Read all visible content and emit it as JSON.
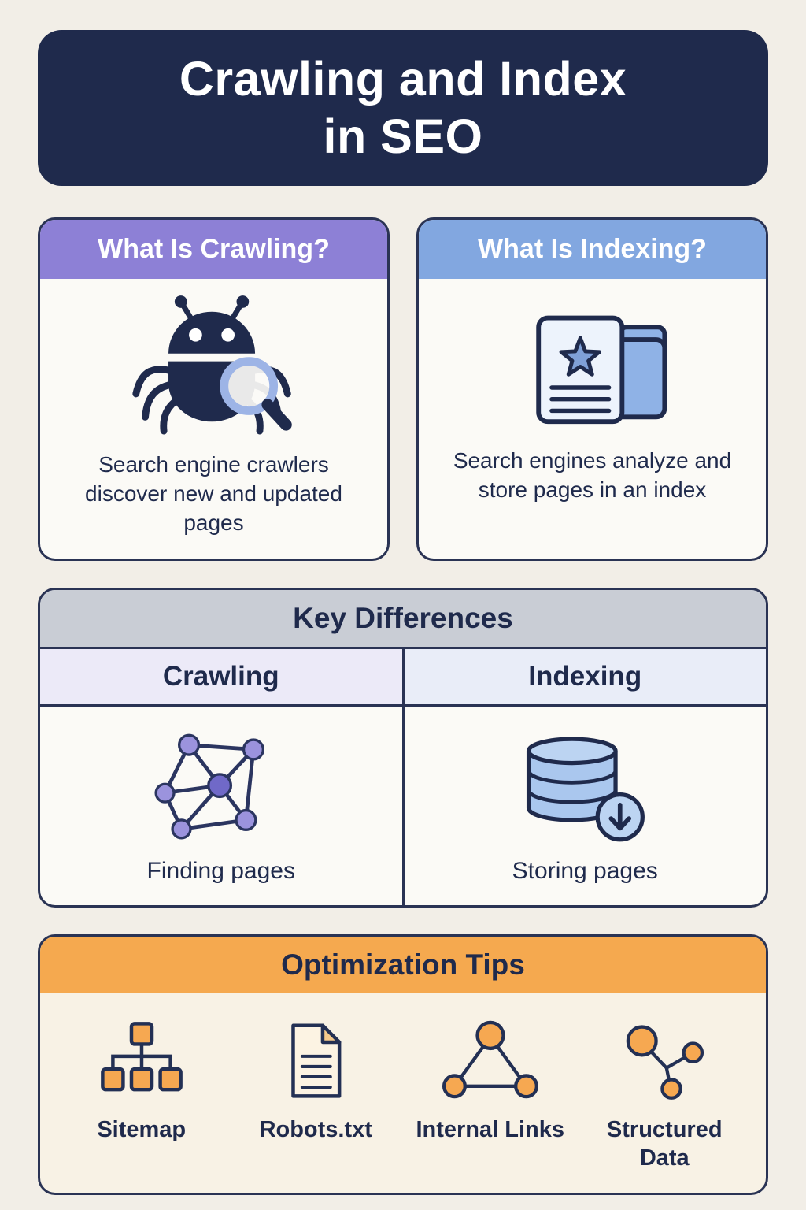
{
  "header": {
    "title_line1": "Crawling and Index",
    "title_line2": "in SEO"
  },
  "cards": [
    {
      "id": "crawling",
      "title": "What Is Crawling?",
      "icon": "crawler-bug-icon",
      "description": "Search engine crawlers discover new and updated pages"
    },
    {
      "id": "indexing",
      "title": "What Is Indexing?",
      "icon": "indexed-documents-icon",
      "description": "Search engines analyze and store pages in an index"
    }
  ],
  "key_differences": {
    "title": "Key Differences",
    "columns": [
      {
        "header": "Crawling",
        "icon": "link-graph-icon",
        "caption": "Finding pages"
      },
      {
        "header": "Indexing",
        "icon": "database-store-icon",
        "caption": "Storing pages"
      }
    ]
  },
  "optimization_tips": {
    "title": "Optimization Tips",
    "items": [
      {
        "label": "Sitemap",
        "icon": "sitemap-icon"
      },
      {
        "label": "Robots.txt",
        "icon": "robots-txt-file-icon"
      },
      {
        "label": "Internal Links",
        "icon": "internal-links-icon"
      },
      {
        "label": "Structured Data",
        "icon": "structured-data-icon"
      }
    ]
  },
  "colors": {
    "background": "#f2eee7",
    "navy": "#1f2a4c",
    "crawling_purple": "#8d80d6",
    "indexing_blue": "#82a7e0",
    "differences_gray": "#c9cdd5",
    "crawling_column_bg": "#eceaf8",
    "indexing_column_bg": "#e9edf8",
    "tips_orange": "#f5a94f",
    "accent_orange": "#f6a851",
    "node_purple": "#9b93dd",
    "database_blue": "#aac7ee",
    "magnifier_blue": "#9db4e6"
  }
}
